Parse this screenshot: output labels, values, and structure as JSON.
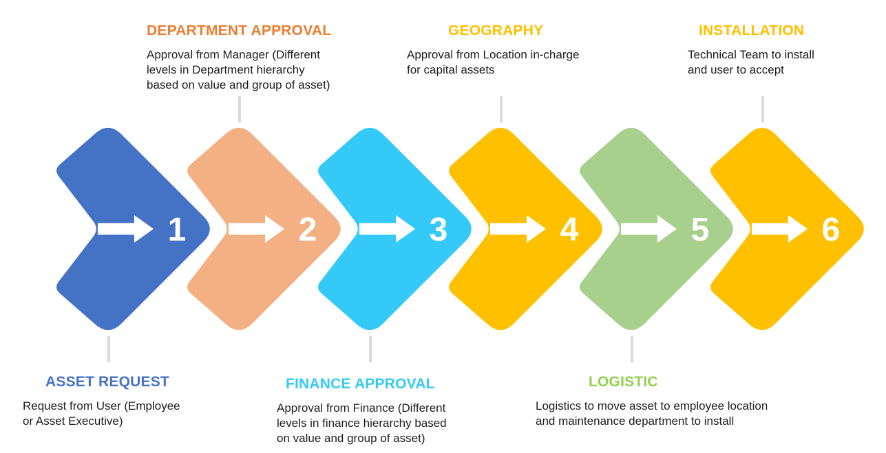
{
  "palette": {
    "step1_blue": "#4472C4",
    "step2_peach": "#F3B183",
    "step3_cyan": "#34C9F7",
    "step4_gold": "#FFC000",
    "step5_green": "#A8D08D",
    "step6_gold": "#FFC000",
    "title_orange": "#ED7D31",
    "title_cyan": "#34C9F7",
    "title_green": "#92D050",
    "connector_gray": "#D9D9D9",
    "arrow_white": "#FFFFFF",
    "description_text": "#1D1D1D"
  },
  "steps": [
    {
      "number": "1",
      "title": "ASSET REQUEST",
      "description": "Request from User (Employee\nor Asset Executive)",
      "chevron_color": "#4472C4",
      "title_color": "#4472C4",
      "label_position": "bottom"
    },
    {
      "number": "2",
      "title": "DEPARTMENT APPROVAL",
      "description": "Approval from Manager (Different\nlevels in Department hierarchy\nbased on value and group of asset)",
      "chevron_color": "#F3B183",
      "title_color": "#ED7D31",
      "label_position": "top"
    },
    {
      "number": "3",
      "title": "FINANCE APPROVAL",
      "description": "Approval from Finance (Different\nlevels in finance hierarchy based\non value and group of asset)",
      "chevron_color": "#34C9F7",
      "title_color": "#34C9F7",
      "label_position": "bottom"
    },
    {
      "number": "4",
      "title": "GEOGRAPHY",
      "description": "Approval from Location in-charge\nfor capital assets",
      "chevron_color": "#FFC000",
      "title_color": "#FFC000",
      "label_position": "top"
    },
    {
      "number": "5",
      "title": "LOGISTIC",
      "description": "Logistics to move asset to employee location\nand maintenance department to install",
      "chevron_color": "#A8D08D",
      "title_color": "#92D050",
      "label_position": "bottom"
    },
    {
      "number": "6",
      "title": "INSTALLATION",
      "description": "Technical Team to install\nand user to accept",
      "chevron_color": "#FFC000",
      "title_color": "#FFC000",
      "label_position": "top"
    }
  ]
}
